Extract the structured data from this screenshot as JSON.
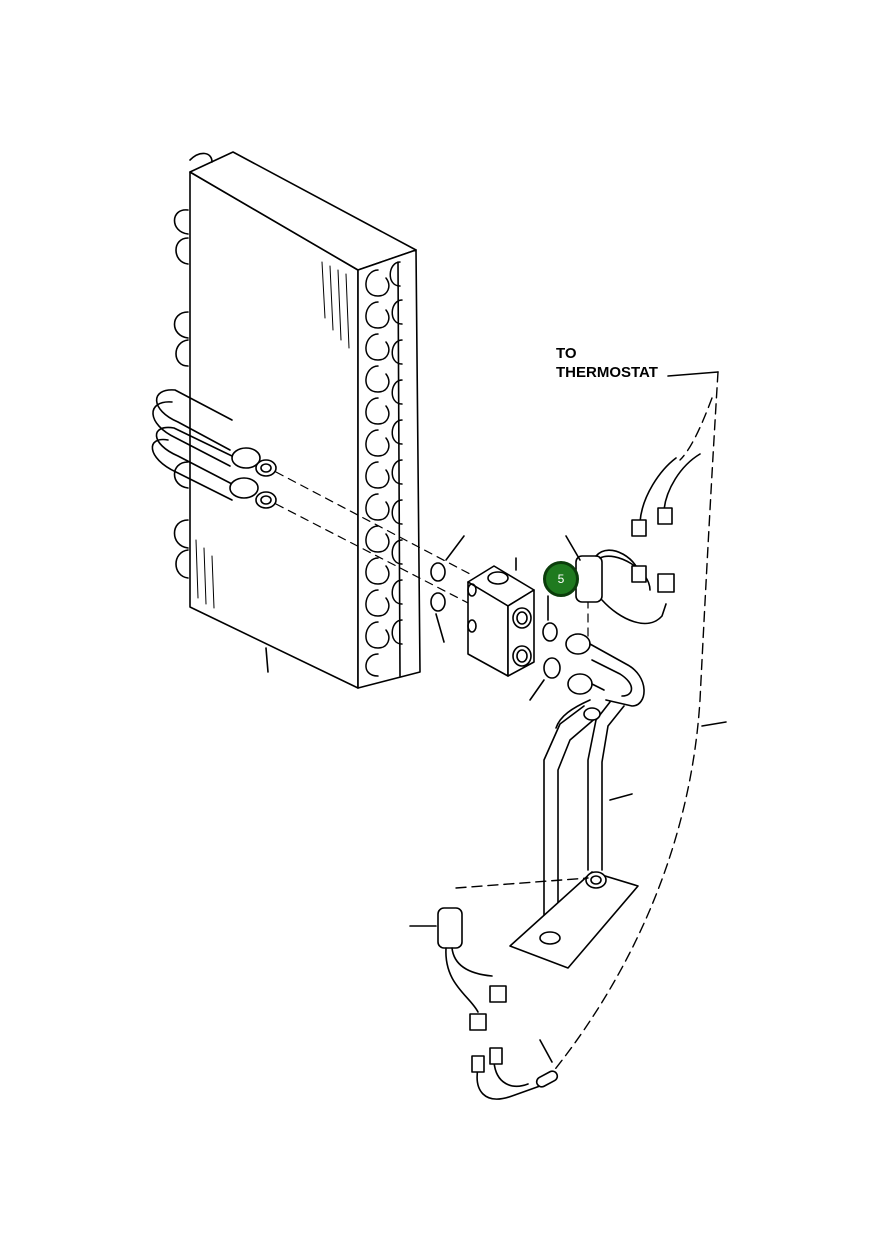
{
  "labels": {
    "thermostat_line1": "TO",
    "thermostat_line2": "THERMOSTAT"
  },
  "callout": {
    "number": "5",
    "color": "#1f7a1f",
    "border_color": "#0b3d0b"
  },
  "line_color": "#000000"
}
